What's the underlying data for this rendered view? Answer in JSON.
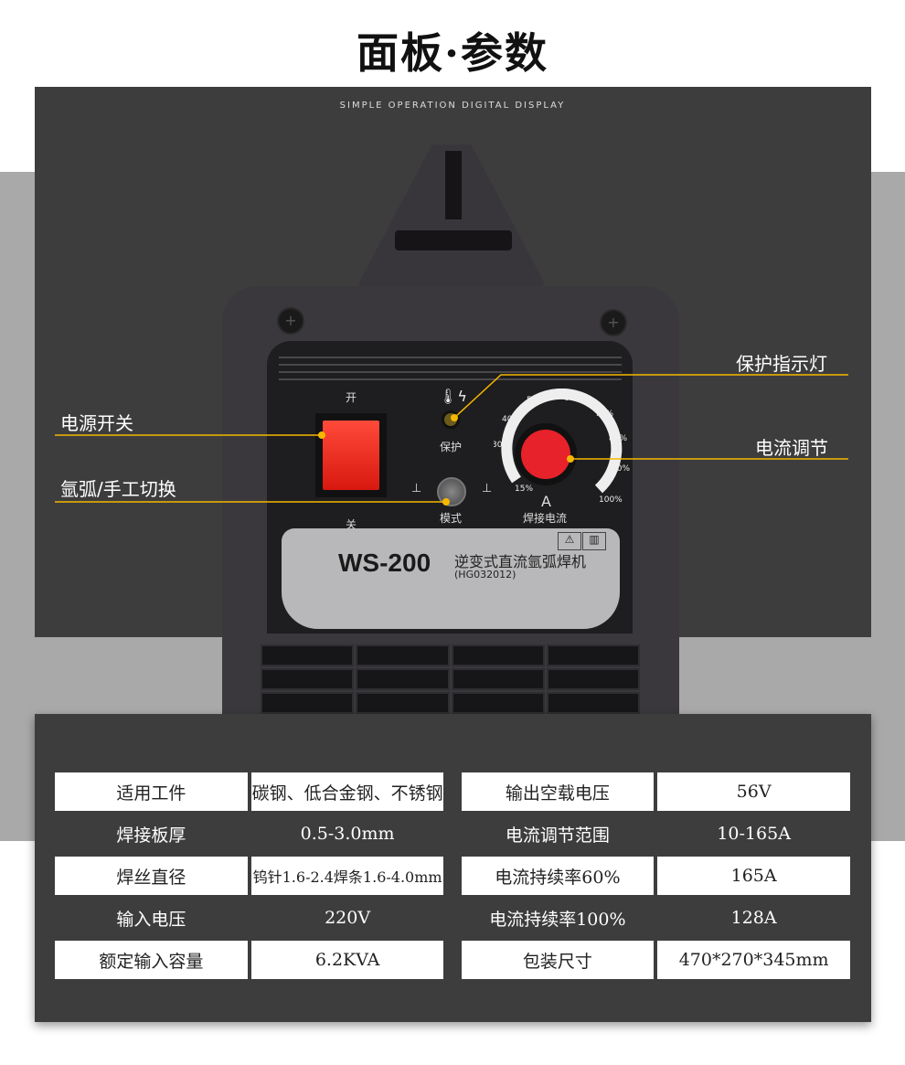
{
  "title": "面板·参数",
  "subtitle": "SIMPLE OPERATION DIGITAL DISPLAY",
  "callouts": {
    "power_switch": "电源开关",
    "mode_switch": "氩弧/手工切换",
    "protection_light": "保护指示灯",
    "current_adjust": "电流调节"
  },
  "panel": {
    "on_label": "开",
    "off_label": "关",
    "protect_label": "保护",
    "mode_label": "模式",
    "dial_unit": "A",
    "dial_label": "焊接电流",
    "dial_ticks": [
      "15%",
      "30%",
      "40%",
      "50%",
      "60%",
      "70%",
      "80%",
      "90%",
      "100%"
    ],
    "model": "WS-200",
    "model_desc": "逆变式直流氩弧焊机",
    "model_code": "(HG032012)"
  },
  "specs": [
    [
      "适用工件",
      "碳钢、低合金钢、不锈钢",
      "输出空载电压",
      "56V"
    ],
    [
      "焊接板厚",
      "0.5-3.0mm",
      "电流调节范围",
      "10-165A"
    ],
    [
      "焊丝直径",
      "钨针1.6-2.4焊条1.6-4.0mm",
      "电流持续率60%",
      "165A"
    ],
    [
      "输入电压",
      "220V",
      "电流持续率100%",
      "128A"
    ],
    [
      "额定输入容量",
      "6.2KVA",
      "包装尺寸",
      "470*270*345mm"
    ]
  ],
  "colors": {
    "accent": "#f5b800",
    "knob": "#e8222a",
    "switch": "#ff3b2b"
  }
}
